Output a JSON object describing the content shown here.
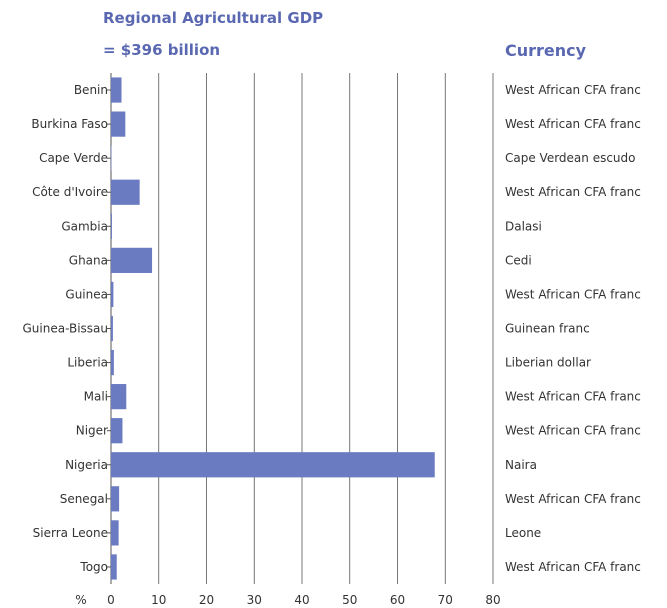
{
  "chart_data": {
    "type": "bar",
    "orientation": "horizontal",
    "title": "Regional Agricultural GDP",
    "subtitle": "= $396 billion",
    "xlabel": "%",
    "xlim": [
      0,
      80
    ],
    "xticks": [
      0,
      10,
      20,
      30,
      40,
      50,
      60,
      70,
      80
    ],
    "grid": true,
    "categories": [
      "Benin",
      "Burkina Faso",
      "Cape Verde",
      "Côte d'Ivoire",
      "Gambia",
      "Ghana",
      "Guinea",
      "Guinea-Bissau",
      "Liberia",
      "Mali",
      "Niger",
      "Nigeria",
      "Senegal",
      "Sierra Leone",
      "Togo"
    ],
    "values": [
      2.2,
      3.0,
      0.1,
      6.0,
      0.2,
      8.6,
      0.5,
      0.4,
      0.6,
      3.2,
      2.4,
      67.8,
      1.7,
      1.6,
      1.2
    ],
    "currency_header": "Currency",
    "currencies": [
      "West African CFA franc",
      "West African CFA franc",
      "Cape Verdean escudo",
      "West African CFA franc",
      "Dalasi",
      "Cedi",
      "West African CFA franc",
      "Guinean franc",
      "Liberian dollar",
      "West African CFA franc",
      "West African CFA franc",
      "Naira",
      "West African CFA franc",
      "Leone",
      "West African CFA franc"
    ],
    "colors": {
      "bar": "#6b7bc2",
      "title": "#5a68b2",
      "grid": "#555555",
      "text": "#333333"
    }
  }
}
